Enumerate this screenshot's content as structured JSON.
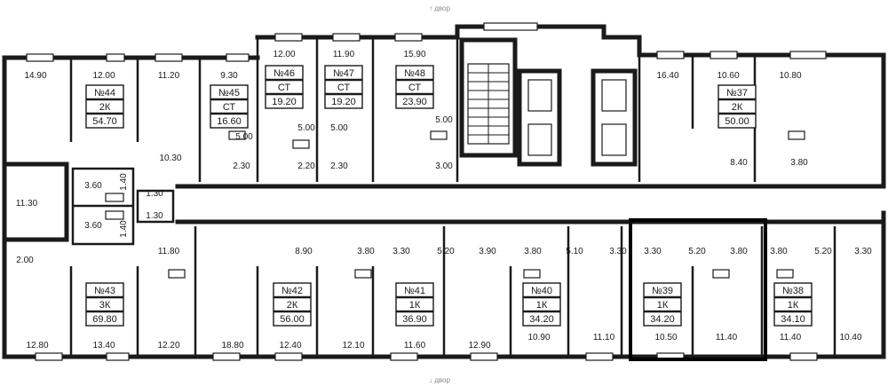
{
  "entries": {
    "top": "↑ двор",
    "bottom": "↓ двор"
  },
  "rooms": [
    {
      "id": "r1",
      "label": "14.90"
    },
    {
      "id": "r2",
      "label": "12.00"
    },
    {
      "id": "r3",
      "label": "11.20"
    },
    {
      "id": "r4",
      "label": "9.30"
    },
    {
      "id": "r5",
      "label": "12.00"
    },
    {
      "id": "r6",
      "label": "11.90"
    },
    {
      "id": "r7",
      "label": "15.90"
    },
    {
      "id": "r8",
      "label": "16.40"
    },
    {
      "id": "r9",
      "label": "10.60"
    },
    {
      "id": "r10",
      "label": "10.80"
    },
    {
      "id": "r11",
      "label": "5.00"
    },
    {
      "id": "r12",
      "label": "5.00"
    },
    {
      "id": "r13",
      "label": "5.00"
    },
    {
      "id": "r14",
      "label": "5.00"
    },
    {
      "id": "r15",
      "label": "10.30"
    },
    {
      "id": "r16",
      "label": "2.30"
    },
    {
      "id": "r17",
      "label": "2.20"
    },
    {
      "id": "r18",
      "label": "2.30"
    },
    {
      "id": "r19",
      "label": "3.00"
    },
    {
      "id": "r20",
      "label": "8.40"
    },
    {
      "id": "r21",
      "label": "3.80"
    },
    {
      "id": "r22",
      "label": "3.60"
    },
    {
      "id": "r23",
      "label": "1.40"
    },
    {
      "id": "r24",
      "label": "1.30"
    },
    {
      "id": "r25",
      "label": "11.30"
    },
    {
      "id": "r26",
      "label": "3.60"
    },
    {
      "id": "r27",
      "label": "1.40"
    },
    {
      "id": "r28",
      "label": "1.30"
    },
    {
      "id": "r29",
      "label": "11.80"
    },
    {
      "id": "r30",
      "label": "8.90"
    },
    {
      "id": "r31",
      "label": "3.80"
    },
    {
      "id": "r32",
      "label": "3.30"
    },
    {
      "id": "r33",
      "label": "5.20"
    },
    {
      "id": "r34",
      "label": "3.90"
    },
    {
      "id": "r35",
      "label": "3.80"
    },
    {
      "id": "r36",
      "label": "5.10"
    },
    {
      "id": "r37",
      "label": "3.30"
    },
    {
      "id": "r38",
      "label": "3.30"
    },
    {
      "id": "r39",
      "label": "5.20"
    },
    {
      "id": "r40",
      "label": "3.80"
    },
    {
      "id": "r41",
      "label": "3.80"
    },
    {
      "id": "r42",
      "label": "5.20"
    },
    {
      "id": "r43",
      "label": "3.30"
    },
    {
      "id": "r44",
      "label": "2.00"
    },
    {
      "id": "r45",
      "label": "12.80"
    },
    {
      "id": "r46",
      "label": "13.40"
    },
    {
      "id": "r47",
      "label": "12.20"
    },
    {
      "id": "r48",
      "label": "18.80"
    },
    {
      "id": "r49",
      "label": "12.40"
    },
    {
      "id": "r50",
      "label": "12.10"
    },
    {
      "id": "r51",
      "label": "11.60"
    },
    {
      "id": "r52",
      "label": "12.90"
    },
    {
      "id": "r53",
      "label": "10.90"
    },
    {
      "id": "r54",
      "label": "11.10"
    },
    {
      "id": "r55",
      "label": "10.50"
    },
    {
      "id": "r56",
      "label": "11.40"
    },
    {
      "id": "r57",
      "label": "11.40"
    },
    {
      "id": "r58",
      "label": "10.40"
    }
  ],
  "apartments": [
    {
      "id": "a44",
      "number": "№44",
      "type": "2К",
      "area": "54.70"
    },
    {
      "id": "a45",
      "number": "№45",
      "type": "СТ",
      "area": "16.60"
    },
    {
      "id": "a46",
      "number": "№46",
      "type": "СТ",
      "area": "19.20"
    },
    {
      "id": "a47",
      "number": "№47",
      "type": "СТ",
      "area": "19.20"
    },
    {
      "id": "a48",
      "number": "№48",
      "type": "СТ",
      "area": "23.90"
    },
    {
      "id": "a37",
      "number": "№37",
      "type": "2К",
      "area": "50.00"
    },
    {
      "id": "a43",
      "number": "№43",
      "type": "3К",
      "area": "69.80"
    },
    {
      "id": "a42",
      "number": "№42",
      "type": "2К",
      "area": "56.00"
    },
    {
      "id": "a41",
      "number": "№41",
      "type": "1К",
      "area": "36.90"
    },
    {
      "id": "a40",
      "number": "№40",
      "type": "1К",
      "area": "34.20"
    },
    {
      "id": "a39",
      "number": "№39",
      "type": "1К",
      "area": "34.20"
    },
    {
      "id": "a38",
      "number": "№38",
      "type": "1К",
      "area": "34.10"
    }
  ],
  "highlighted": "№39"
}
